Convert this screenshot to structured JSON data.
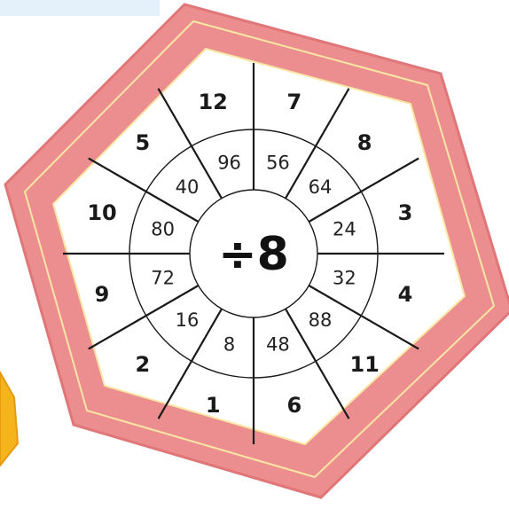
{
  "puzzle": {
    "center_label": "÷8",
    "colors": {
      "frame": "#ec8e8f",
      "frame_dark": "#e07678",
      "frame_highlight": "#f9e6a5",
      "ink": "#1a1a1a",
      "paper": "#ffffff",
      "corner_tile": "#f5b31c",
      "corner_glow": "#cfe6f5"
    },
    "segments": [
      {
        "dividend": "56",
        "quotient": "7"
      },
      {
        "dividend": "64",
        "quotient": "8"
      },
      {
        "dividend": "24",
        "quotient": "3"
      },
      {
        "dividend": "32",
        "quotient": "4"
      },
      {
        "dividend": "88",
        "quotient": "11"
      },
      {
        "dividend": "48",
        "quotient": "6"
      },
      {
        "dividend": "8",
        "quotient": "1"
      },
      {
        "dividend": "16",
        "quotient": "2"
      },
      {
        "dividend": "72",
        "quotient": "9"
      },
      {
        "dividend": "80",
        "quotient": "10"
      },
      {
        "dividend": "40",
        "quotient": "5"
      },
      {
        "dividend": "96",
        "quotient": "12"
      }
    ]
  }
}
